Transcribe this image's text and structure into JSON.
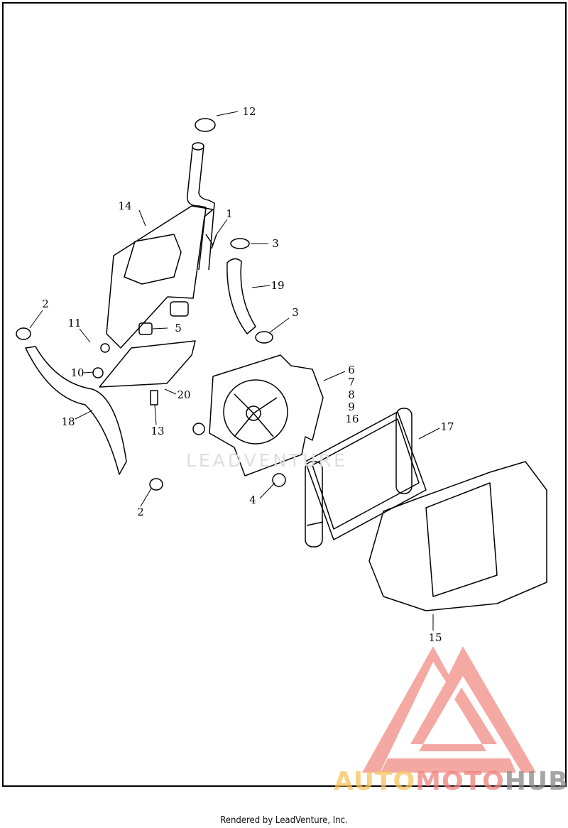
{
  "diagram": {
    "callouts": [
      "12",
      "14",
      "1",
      "3",
      "19",
      "3",
      "2",
      "11",
      "5",
      "10",
      "20",
      "13",
      "18",
      "2",
      "6",
      "7",
      "8",
      "9",
      "16",
      "17",
      "4",
      "15"
    ],
    "watermark": "LEADVENTURE"
  },
  "logo": {
    "parts": [
      "AUTO",
      "MOTO",
      "HUB"
    ],
    "colors": [
      "#f7c25a",
      "#ef7f7a",
      "#888888"
    ],
    "mark_color": "#f39a93"
  },
  "footer": {
    "text": "Rendered by LeadVenture, Inc."
  }
}
